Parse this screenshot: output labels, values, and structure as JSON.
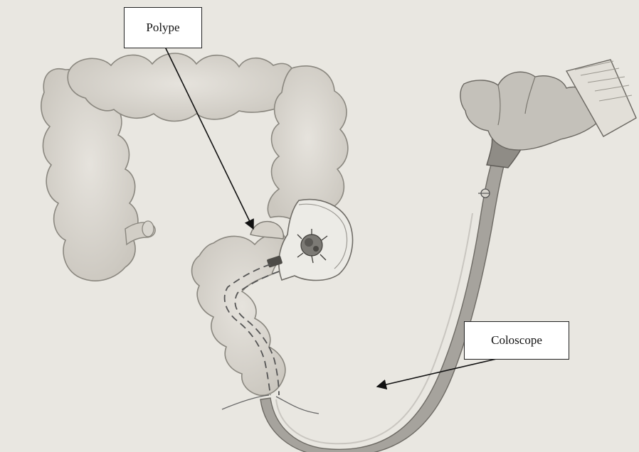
{
  "labels": {
    "polype": "Polype",
    "coloscope": "Coloscope"
  },
  "colors": {
    "paper": "#e9e7e1",
    "colon_fill": "#d9d6cf",
    "colon_stroke": "#8a877f",
    "scope_fill": "#9d9a94",
    "hand_fill": "#c4c1ba",
    "ink": "#222222",
    "label_bg": "#ffffff"
  },
  "elements": [
    "colon",
    "polyp",
    "endoscope-tube",
    "endoscope-handle",
    "hand",
    "polype-label",
    "coloscope-label",
    "polype-arrow",
    "coloscope-arrow"
  ]
}
